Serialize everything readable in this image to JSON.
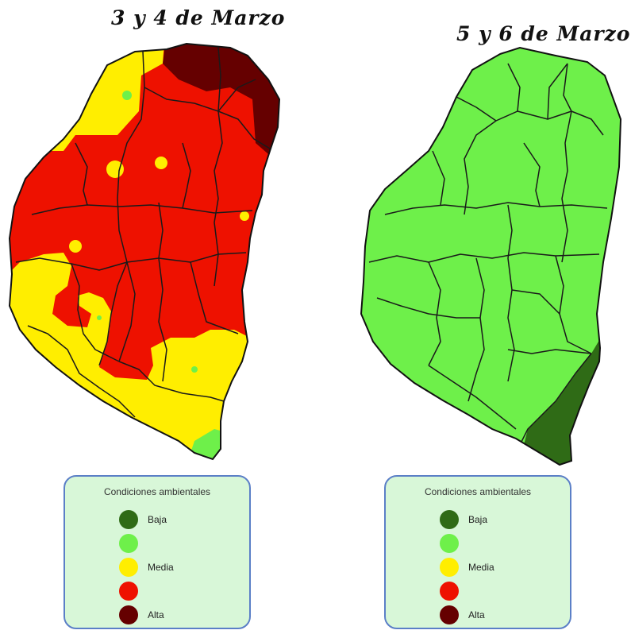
{
  "maps": [
    {
      "title": "3 y 4 de Marzo",
      "legend": {
        "title": "Condiciones ambientales",
        "items": [
          {
            "label": "Baja",
            "color": "#2f6b16"
          },
          {
            "label": "",
            "color": "#6ef04a"
          },
          {
            "label": "Media",
            "color": "#ffee00"
          },
          {
            "label": "",
            "color": "#ee1100"
          },
          {
            "label": "Alta",
            "color": "#650000"
          }
        ]
      }
    },
    {
      "title": "5 y 6 de Marzo",
      "legend": {
        "title": "Condiciones ambientales",
        "items": [
          {
            "label": "Baja",
            "color": "#2f6b16"
          },
          {
            "label": "",
            "color": "#6ef04a"
          },
          {
            "label": "Media",
            "color": "#ffee00"
          },
          {
            "label": "",
            "color": "#ee1100"
          },
          {
            "label": "Alta",
            "color": "#650000"
          }
        ]
      }
    }
  ]
}
